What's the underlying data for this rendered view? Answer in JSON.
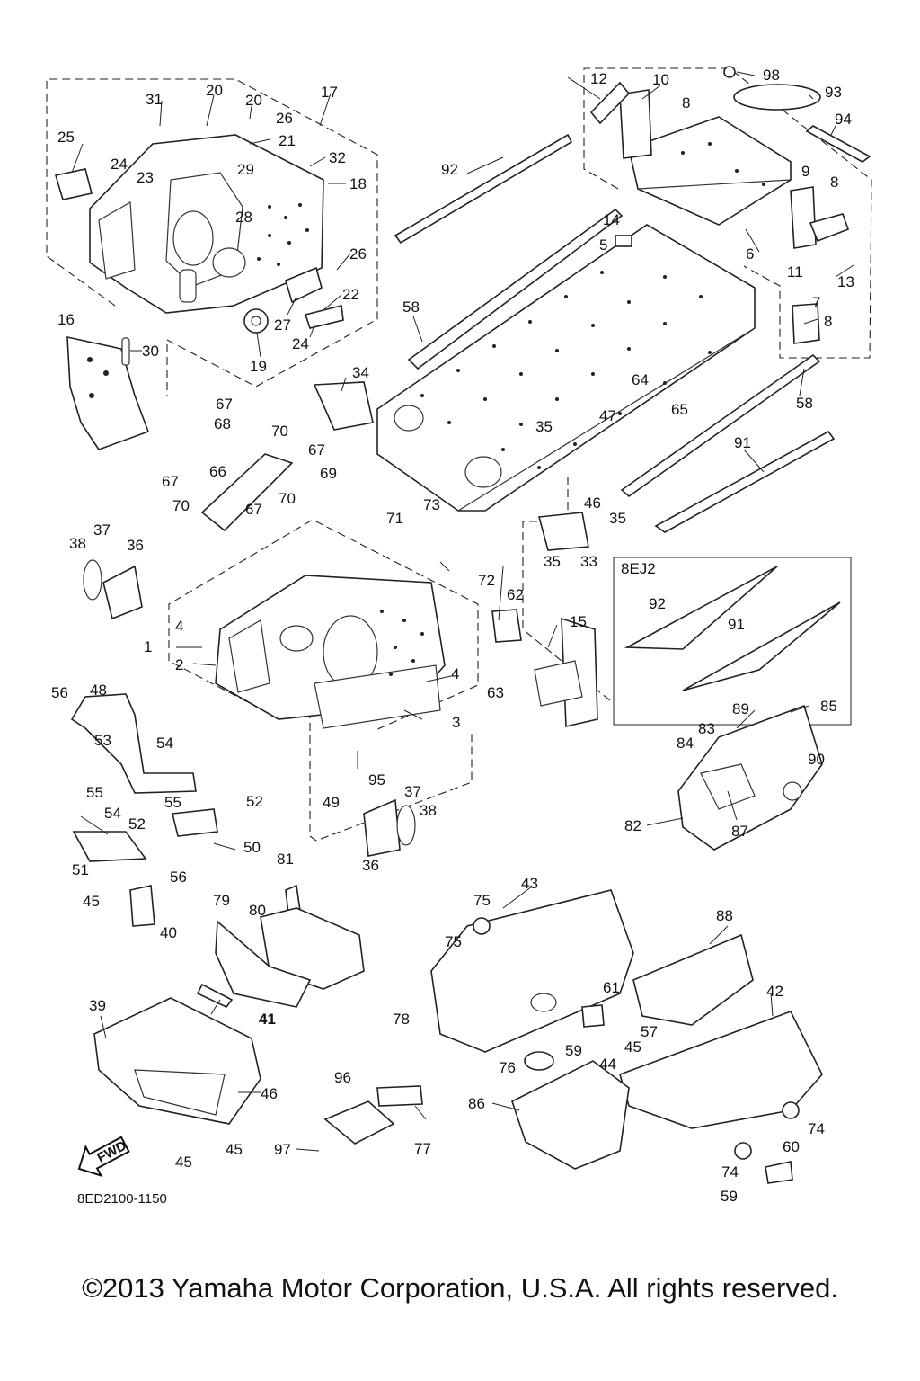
{
  "callouts": {
    "c1": "1",
    "c2": "2",
    "c3": "3",
    "c4": "4",
    "c5": "5",
    "c6": "6",
    "c7": "7",
    "c8": "8",
    "c9": "9",
    "c10": "10",
    "c11": "11",
    "c12": "12",
    "c13": "13",
    "c14": "14",
    "c15": "15",
    "c16": "16",
    "c17": "17",
    "c18": "18",
    "c19": "19",
    "c20": "20",
    "c21": "21",
    "c22": "22",
    "c23": "23",
    "c24": "24",
    "c25": "25",
    "c26": "26",
    "c27": "27",
    "c28": "28",
    "c29": "29",
    "c30": "30",
    "c31": "31",
    "c32": "32",
    "c33": "33",
    "c34": "34",
    "c35": "35",
    "c36": "36",
    "c37": "37",
    "c38": "38",
    "c39": "39",
    "c40": "40",
    "c41": "41",
    "c42": "42",
    "c43": "43",
    "c44": "44",
    "c45": "45",
    "c46": "46",
    "c47": "47",
    "c48": "48",
    "c49": "49",
    "c50": "50",
    "c51": "51",
    "c52": "52",
    "c53": "53",
    "c54": "54",
    "c55": "55",
    "c56": "56",
    "c57": "57",
    "c58": "58",
    "c59": "59",
    "c60": "60",
    "c61": "61",
    "c62": "62",
    "c63": "63",
    "c64": "64",
    "c65": "65",
    "c66": "66",
    "c67": "67",
    "c68": "68",
    "c69": "69",
    "c70": "70",
    "c71": "71",
    "c72": "72",
    "c73": "73",
    "c74": "74",
    "c75": "75",
    "c76": "76",
    "c77": "77",
    "c78": "78",
    "c79": "79",
    "c80": "80",
    "c81": "81",
    "c82": "82",
    "c83": "83",
    "c84": "84",
    "c85": "85",
    "c86": "86",
    "c87": "87",
    "c88": "88",
    "c89": "89",
    "c90": "90",
    "c91": "91",
    "c92": "92",
    "c93": "93",
    "c94": "94",
    "c95": "95",
    "c96": "96",
    "c97": "97",
    "c98": "98"
  },
  "inset_label": "8EJ2",
  "fwd_label": "FWD",
  "diagram_code": "8ED2100-1150",
  "copyright": "©2013 Yamaha Motor Corporation, U.S.A. All rights reserved."
}
